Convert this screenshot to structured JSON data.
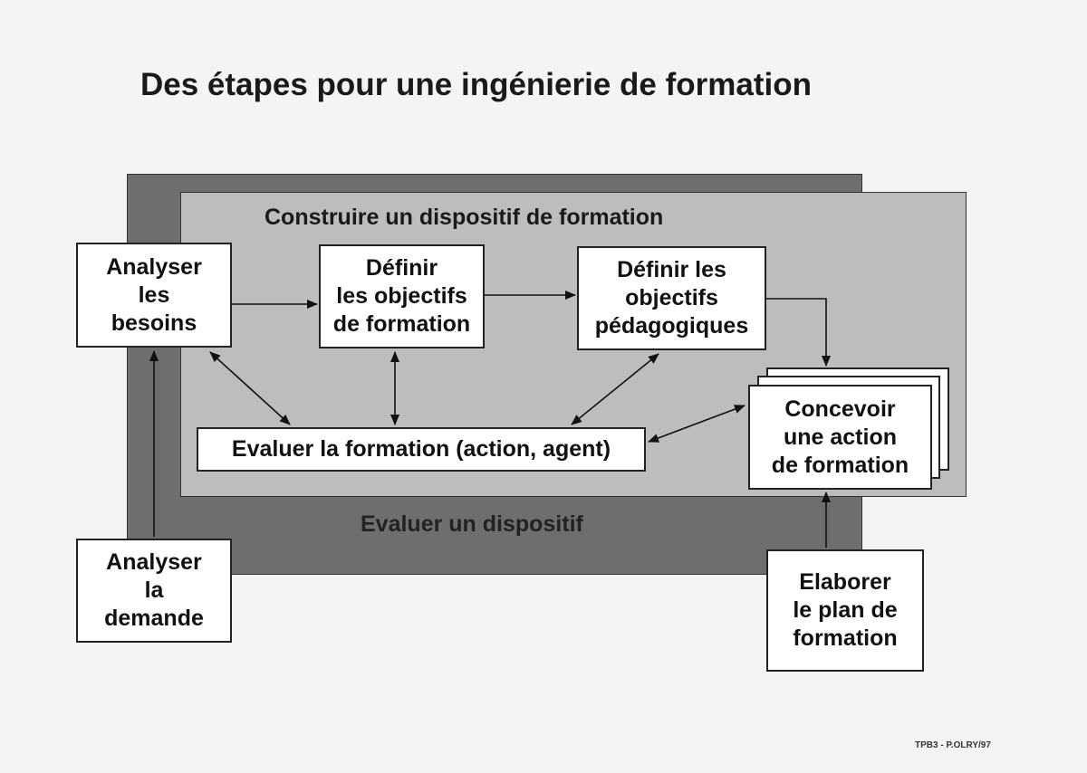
{
  "title": "Des étapes pour une ingénierie de formation",
  "panels": {
    "outer_label": "Evaluer un dispositif",
    "inner_label": "Construire un dispositif de formation"
  },
  "boxes": {
    "analyser_besoins": "Analyser\nles\nbesoins",
    "definir_objectifs_formation": "Définir\nles objectifs\nde formation",
    "definir_objectifs_pedagogiques": "Définir les\nobjectifs\npédagogiques",
    "concevoir_action": "Concevoir\nune action\nde formation",
    "evaluer_formation": "Evaluer la formation (action, agent)",
    "analyser_demande": "Analyser\nla\ndemande",
    "elaborer_plan": "Elaborer\nle plan de\nformation"
  },
  "footer": "TPB3 - P.OLRY/97"
}
